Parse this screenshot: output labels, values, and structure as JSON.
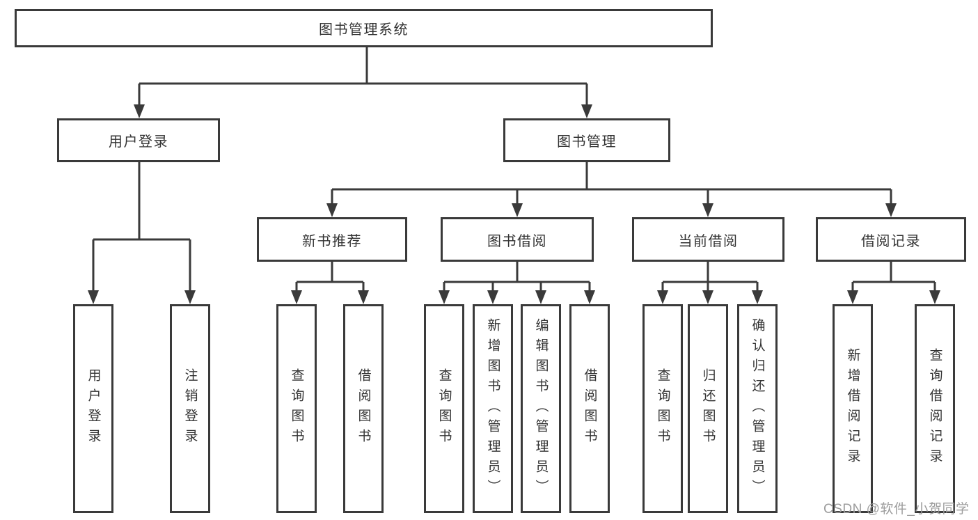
{
  "diagram": {
    "title": "图书管理系统",
    "watermark": "CSDN @软件_小贺同学",
    "colors": {
      "line": "#3a3a3a",
      "box_border": "#3a3a3a",
      "box_background": "#ffffff",
      "text": "#333333",
      "watermark_text": "#9c9c9c",
      "page_background": "#ffffff"
    },
    "nodes": {
      "root": {
        "label": "图书管理系统"
      },
      "user_login": {
        "label": "用户登录"
      },
      "book_mgmt": {
        "label": "图书管理"
      },
      "new_book_rec": {
        "label": "新书推荐"
      },
      "book_borrow": {
        "label": "图书借阅"
      },
      "current_borrow": {
        "label": "当前借阅"
      },
      "borrow_record": {
        "label": "借阅记录"
      },
      "leaf_user_login": {
        "label": "用户登录"
      },
      "leaf_logout": {
        "label": "注销登录"
      },
      "leaf_query_book_1": {
        "label": "查询图书"
      },
      "leaf_borrow_book_1": {
        "label": "借阅图书"
      },
      "leaf_query_book_2": {
        "label": "查询图书"
      },
      "leaf_add_book": {
        "label": "新增图书（管理员）"
      },
      "leaf_edit_book": {
        "label": "编辑图书（管理员）"
      },
      "leaf_borrow_book_2": {
        "label": "借阅图书"
      },
      "leaf_query_book_3": {
        "label": "查询图书"
      },
      "leaf_return_book": {
        "label": "归还图书"
      },
      "leaf_confirm_return": {
        "label": "确认归还（管理员）"
      },
      "leaf_add_record": {
        "label": "新增借阅记录"
      },
      "leaf_query_record": {
        "label": "查询借阅记录"
      }
    },
    "hierarchy": [
      {
        "parent": "图书管理系统",
        "children": [
          "用户登录",
          "图书管理"
        ]
      },
      {
        "parent": "用户登录",
        "children": [
          "用户登录",
          "注销登录"
        ]
      },
      {
        "parent": "图书管理",
        "children": [
          "新书推荐",
          "图书借阅",
          "当前借阅",
          "借阅记录"
        ]
      },
      {
        "parent": "新书推荐",
        "children": [
          "查询图书",
          "借阅图书"
        ]
      },
      {
        "parent": "图书借阅",
        "children": [
          "查询图书",
          "新增图书（管理员）",
          "编辑图书（管理员）",
          "借阅图书"
        ]
      },
      {
        "parent": "当前借阅",
        "children": [
          "查询图书",
          "归还图书",
          "确认归还（管理员）"
        ]
      },
      {
        "parent": "借阅记录",
        "children": [
          "新增借阅记录",
          "查询借阅记录"
        ]
      }
    ]
  }
}
